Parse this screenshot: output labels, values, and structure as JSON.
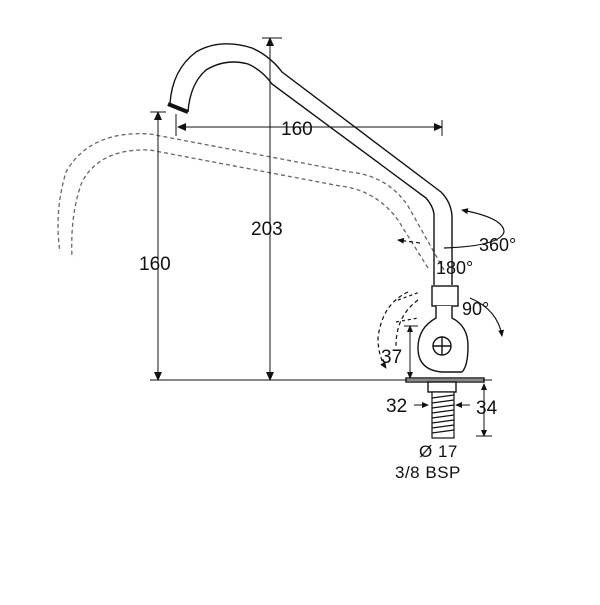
{
  "dimensions": {
    "spout_reach": "160",
    "total_height": "203",
    "spout_height": "160",
    "body_height": "37",
    "nut_width": "32",
    "thread_length": "34",
    "hole_diameter": "Ø 17",
    "connection": "3/8 BSP"
  },
  "angles": {
    "spout_swivel": "360°",
    "handle_reverse": "180°",
    "handle_turn": "90°"
  },
  "colors": {
    "line": "#111111",
    "dashed": "#666666",
    "background": "#ffffff"
  }
}
